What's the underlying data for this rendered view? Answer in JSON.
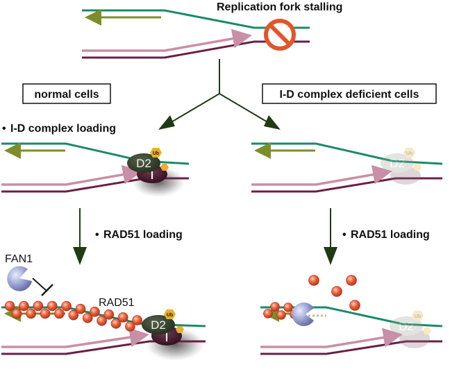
{
  "title": "Replication fork stalling",
  "left_panel": {
    "box_label": "normal cells",
    "step1": "I-D complex loading",
    "step2": "RAD51 loading",
    "fan1_label": "FAN1",
    "rad51_label": "RAD51"
  },
  "right_panel": {
    "box_label": "I-D complex deficient cells",
    "step2": "RAD51 loading"
  },
  "complex": {
    "d2": "D2",
    "ub": "Ub",
    "i": "I"
  },
  "bullet": "•",
  "colors": {
    "leading_strand": "#1a8a6a",
    "lagging_strand": "#6b1f45",
    "nascent_green": "#7c8e2a",
    "nascent_pink": "#c98fa6",
    "stop_sign": "#e2552b",
    "rad51": "#e65a3c",
    "fan1": "#9aa3d4",
    "d2": "#2f3e2a",
    "ub": "#e8b02c",
    "arrow": "#1f3b14"
  }
}
